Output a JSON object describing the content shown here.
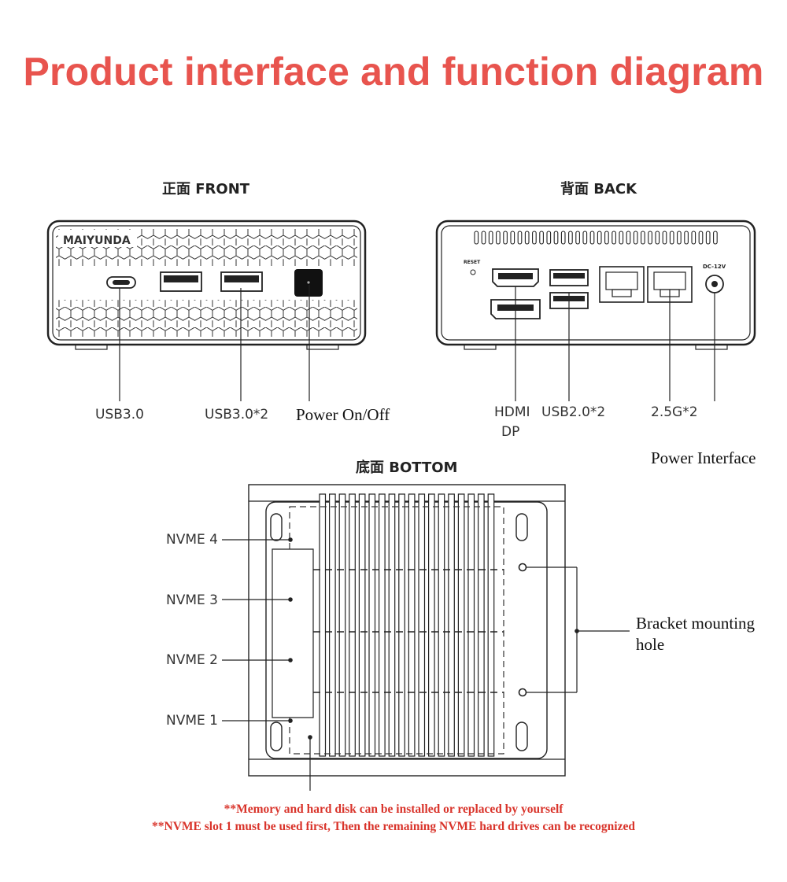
{
  "title": "Product interface and function diagram",
  "front": {
    "heading": "正面 FRONT",
    "brand": "MAIYUNDA",
    "labels": {
      "usb_c": "USB3.0",
      "usb_a": "USB3.0*2",
      "power": "Power On/Off"
    }
  },
  "back": {
    "heading": "背面 BACK",
    "reset": "RESET",
    "dc": "DC-12V",
    "labels": {
      "hdmi": "HDMI",
      "dp": "DP",
      "usb2": "USB2.0*2",
      "lan": "2.5G*2",
      "power_interface": "Power Interface"
    }
  },
  "bottom": {
    "heading": "底面 BOTTOM",
    "nvme": [
      "NVME 4",
      "NVME 3",
      "NVME 2",
      "NVME 1"
    ],
    "bracket_line1": "Bracket mounting",
    "bracket_line2": "hole"
  },
  "notes": [
    "**Memory and hard disk can be installed or replaced by yourself",
    "**NVME slot 1 must be used first,  Then the remaining NVME hard drives can be recognized"
  ],
  "colors": {
    "title": "#e8544e",
    "note": "#d9342b",
    "line": "#222222"
  }
}
